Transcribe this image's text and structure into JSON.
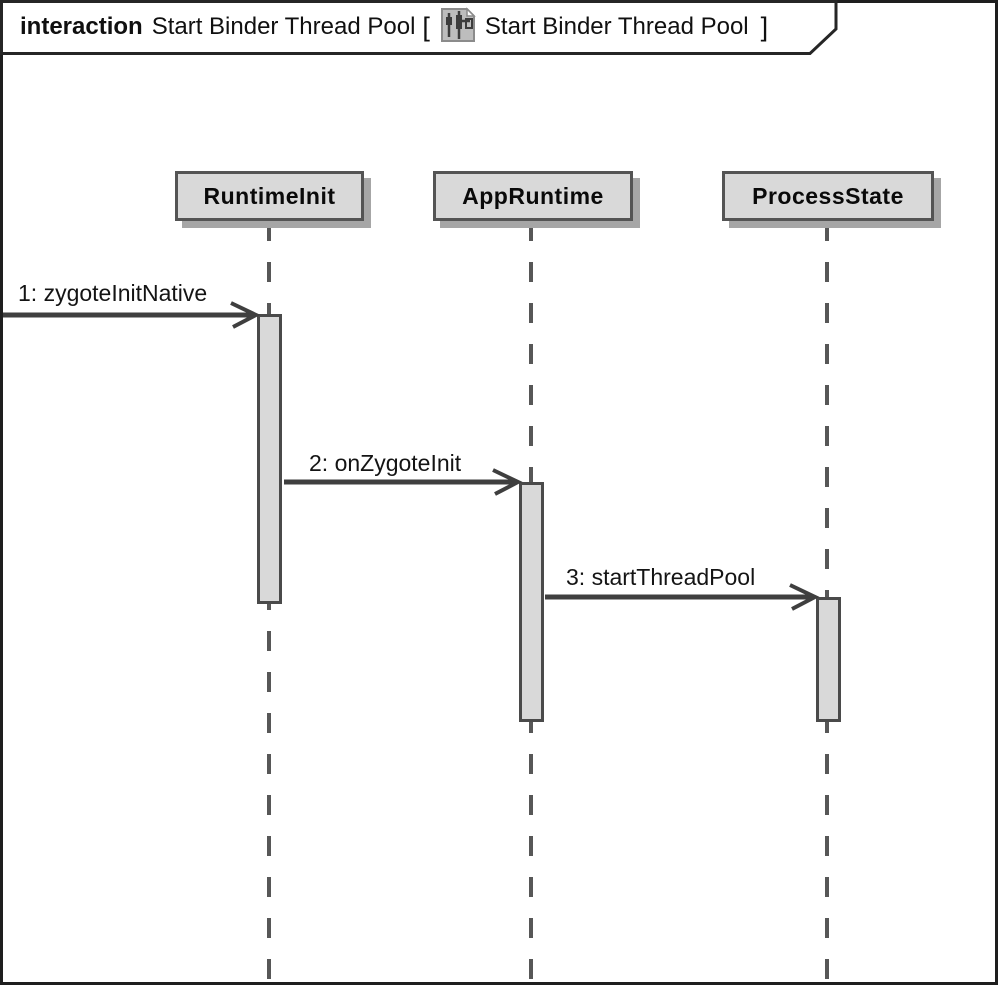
{
  "title_bar": {
    "keyword": "interaction",
    "diagram_name": "Start Binder Thread Pool",
    "bracket_open": "[",
    "reference_name": "Start Binder Thread Pool",
    "bracket_close": "]"
  },
  "lifelines": [
    {
      "label": "RuntimeInit"
    },
    {
      "label": "AppRuntime"
    },
    {
      "label": "ProcessState"
    }
  ],
  "messages": [
    {
      "label": "1: zygoteInitNative",
      "from": "frame-edge",
      "to": "RuntimeInit"
    },
    {
      "label": "2: onZygoteInit",
      "from": "RuntimeInit",
      "to": "AppRuntime"
    },
    {
      "label": "3: startThreadPool",
      "from": "AppRuntime",
      "to": "ProcessState"
    }
  ],
  "colors": {
    "background": "#ffffff",
    "box_fill": "#d9d9d9",
    "box_border": "#545454",
    "box_shadow": "#a6a6a6",
    "line": "#3f3f3f",
    "lifeline_dash": "#575757",
    "frame_border": "#1e1e1e"
  }
}
